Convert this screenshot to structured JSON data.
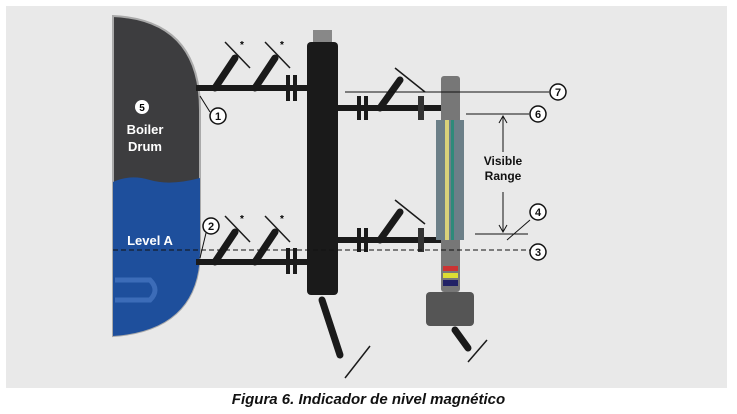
{
  "diagram": {
    "callouts": {
      "c1": "1",
      "c2": "2",
      "c3": "3",
      "c4": "4",
      "c5": "5",
      "c6": "6",
      "c7": "7"
    },
    "drum_label_1": "Boiler",
    "drum_label_2": "Drum",
    "level_label": "Level A",
    "visible_range_1": "Visible",
    "visible_range_2": "Range",
    "valve_marker": "*",
    "colors": {
      "background": "#e9e9e9",
      "drum": "#3d3d3f",
      "water": "#1e4f9c",
      "column": "#1a1a1a"
    }
  },
  "caption": "Figura 6. Indicador de nivel magnético"
}
